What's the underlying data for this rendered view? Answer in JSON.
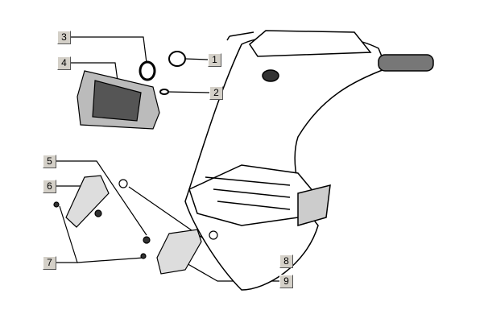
{
  "callouts": [
    {
      "number": "1",
      "part": "bulb-holder"
    },
    {
      "number": "2",
      "part": "small-bulb"
    },
    {
      "number": "3",
      "part": "ring-nut"
    },
    {
      "number": "4",
      "part": "headlamp"
    },
    {
      "number": "5",
      "part": "nut"
    },
    {
      "number": "6",
      "part": "front-turn-indicator-left"
    },
    {
      "number": "7",
      "part": "screw"
    },
    {
      "number": "8",
      "part": "indicator-bulb"
    },
    {
      "number": "9",
      "part": "front-turn-indicator-right"
    }
  ]
}
